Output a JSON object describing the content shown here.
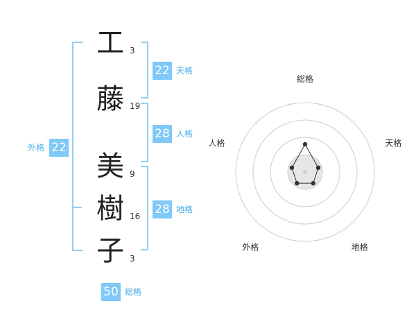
{
  "name_chars": [
    {
      "char": "工",
      "strokes": "3"
    },
    {
      "char": "藤",
      "strokes": "19"
    },
    {
      "char": "美",
      "strokes": "9"
    },
    {
      "char": "樹",
      "strokes": "16"
    },
    {
      "char": "子",
      "strokes": "3"
    }
  ],
  "fortunes": {
    "tenkaku": {
      "value": "22",
      "label": "天格"
    },
    "jinkaku": {
      "value": "28",
      "label": "人格"
    },
    "chikaku": {
      "value": "28",
      "label": "地格"
    },
    "gaikaku": {
      "value": "22",
      "label": "外格"
    },
    "soukaku": {
      "value": "50",
      "label": "総格"
    }
  },
  "chart_data": {
    "type": "radar",
    "axes": [
      "総格",
      "天格",
      "地格",
      "外格",
      "人格"
    ],
    "values": [
      2,
      1,
      1,
      1,
      1
    ],
    "range": [
      0,
      5
    ],
    "rings": 4,
    "colors": {
      "ring": "#cccccc",
      "line": "#333333",
      "point": "#333333",
      "fill": "#e6e6e6"
    }
  }
}
